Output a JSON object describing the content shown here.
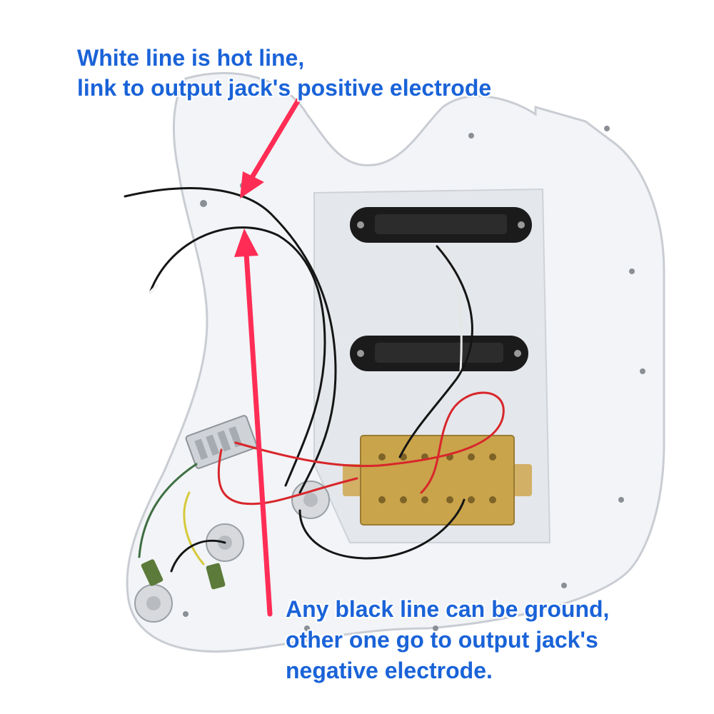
{
  "captions": {
    "top": {
      "line1": "White line is hot line,",
      "line2": "link to output jack's positive electrode"
    },
    "bottom": {
      "line1": "Any black line can be ground,",
      "line2": "other one go to output jack's",
      "line3": "negative electrode."
    }
  },
  "colors": {
    "caption_text": "#1a63d8",
    "arrow": "#ff2d55",
    "pickguard": "#f2f4f7",
    "pickup_cover": "#1b1b1b",
    "humbucker_baseplate": "#c9a44a",
    "wire_red": "#d8262b",
    "wire_black": "#151515",
    "wire_white": "#f4f4f4"
  }
}
